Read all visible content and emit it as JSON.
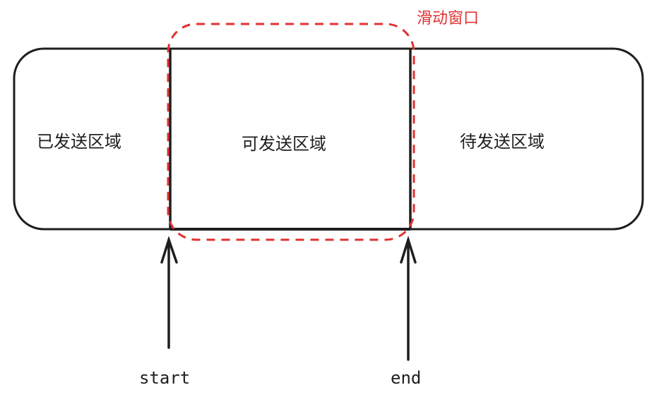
{
  "regions": {
    "sent": "已发送区域",
    "sendable": "可发送区域",
    "pending": "待发送区域"
  },
  "window_label": "滑动窗口",
  "pointers": {
    "start": "start",
    "end": "end"
  },
  "colors": {
    "stroke": "#1e1e1e",
    "window": "#e03131"
  }
}
